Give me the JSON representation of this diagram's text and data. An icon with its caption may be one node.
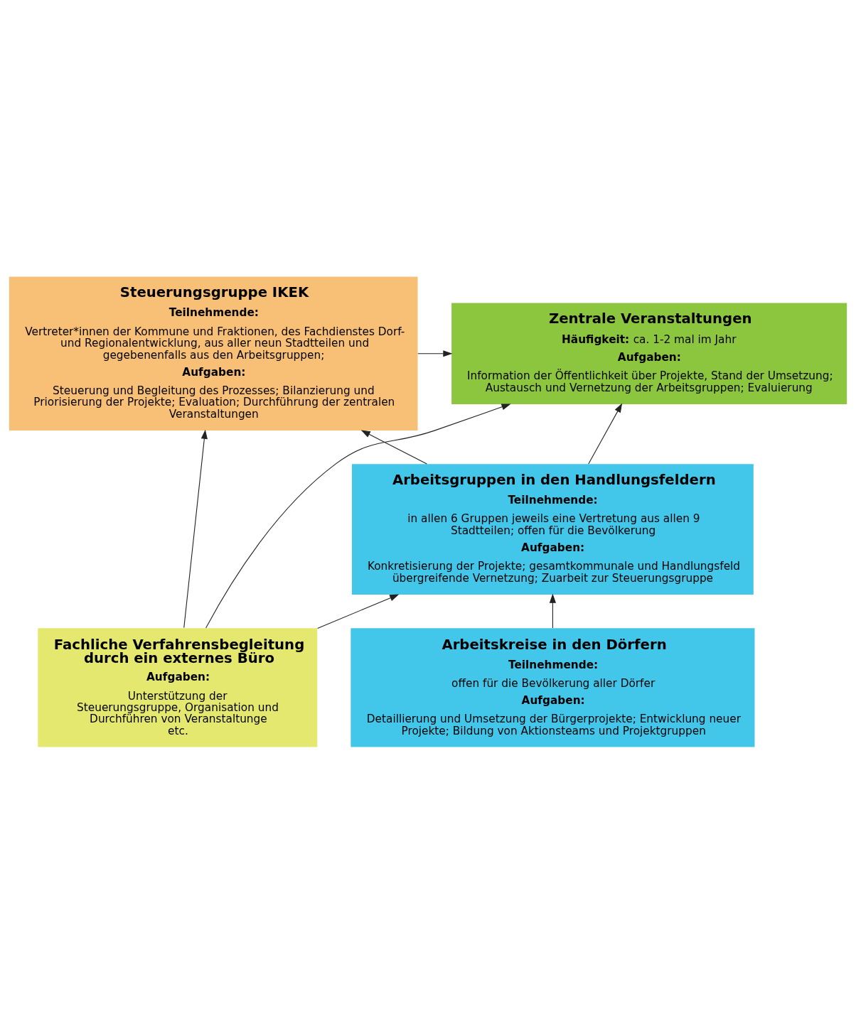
{
  "diagram": {
    "nodes": [
      {
        "text": [
          "**Fachliche Verfahrensbegleitung** durch ein externes Büro",
          "Aufgaben:",
          "Unterstützung der Steuerungsgruppe, Organisation und Durchführen von Veranstaltunge etc."
        ]
      },
      {
        "text": [
          "Steuerungsgruppe IKEK",
          "Teilnehmende:",
          "Vertreter*innen der Kommune und Fraktionen, des Fachdienstes Dorf- und Regionalentwicklung, aus aller neun Stadtteilen und gegebenenfalls aus den Arbeitsgruppen;",
          "Aufgaben:",
          "Steuerung und Begleitung des Prozesses; Bilanzierung und Priorisierung der Projekte; Evaluation; Durchführung der zentralen Veranstaltungen"
        ]
      },
      {
        "text": [
          "Zentrale Veranstaltungen",
          "**Häufigkeit:** ca. 1-2 mal im Jahr",
          "Aufgaben:",
          "Information der Öffentlichkeit über Projekte, Stand der Umsetzung; Austausch und Vernetzung der Arbeitsgruppen; Evaluierung"
        ]
      },
      {
        "text": [
          "Arbeitsgruppen in den Handlungsfeldern",
          "Teilnehmende:",
          "in allen 6 Gruppen jeweils eine Vertretung aus allen 9 Stadtteilen; offen für die Bevölkerung",
          "Aufgaben:",
          "Konkretisierung der Projekte; gesamtkommunale und Handlungsfeld übergreifende Vernetzung; Zuarbeit zur Steuerungsgruppe"
        ]
      },
      {
        "text": [
          "Arbeitskreise in den Dörfern",
          "Teilnehmende:",
          "offen für die Bevölkerung aller Dörfer",
          "Aufgaben:",
          "Detaillierung und Umsetzung der Bürgerprojekte; Entwicklung neuer Projekte; Bildung von Aktionsteams und Projektgruppen"
        ]
      }
    ],
    "edges": [
      {
        "from": 0,
        "to": 1,
        "arrow": "to"
      },
      {
        "from": 0,
        "to": 2,
        "arrow": "to"
      },
      {
        "from": 0,
        "to": 3,
        "arrow": "to"
      },
      {
        "from": 3,
        "to": 1,
        "arrow": "to"
      },
      {
        "from": 1,
        "to": 2,
        "arrow": "to"
      },
      {
        "from": 3,
        "to": 2,
        "arrow": "to"
      },
      {
        "from": 4,
        "to": 3,
        "arrow": "to"
      }
    ]
  }
}
